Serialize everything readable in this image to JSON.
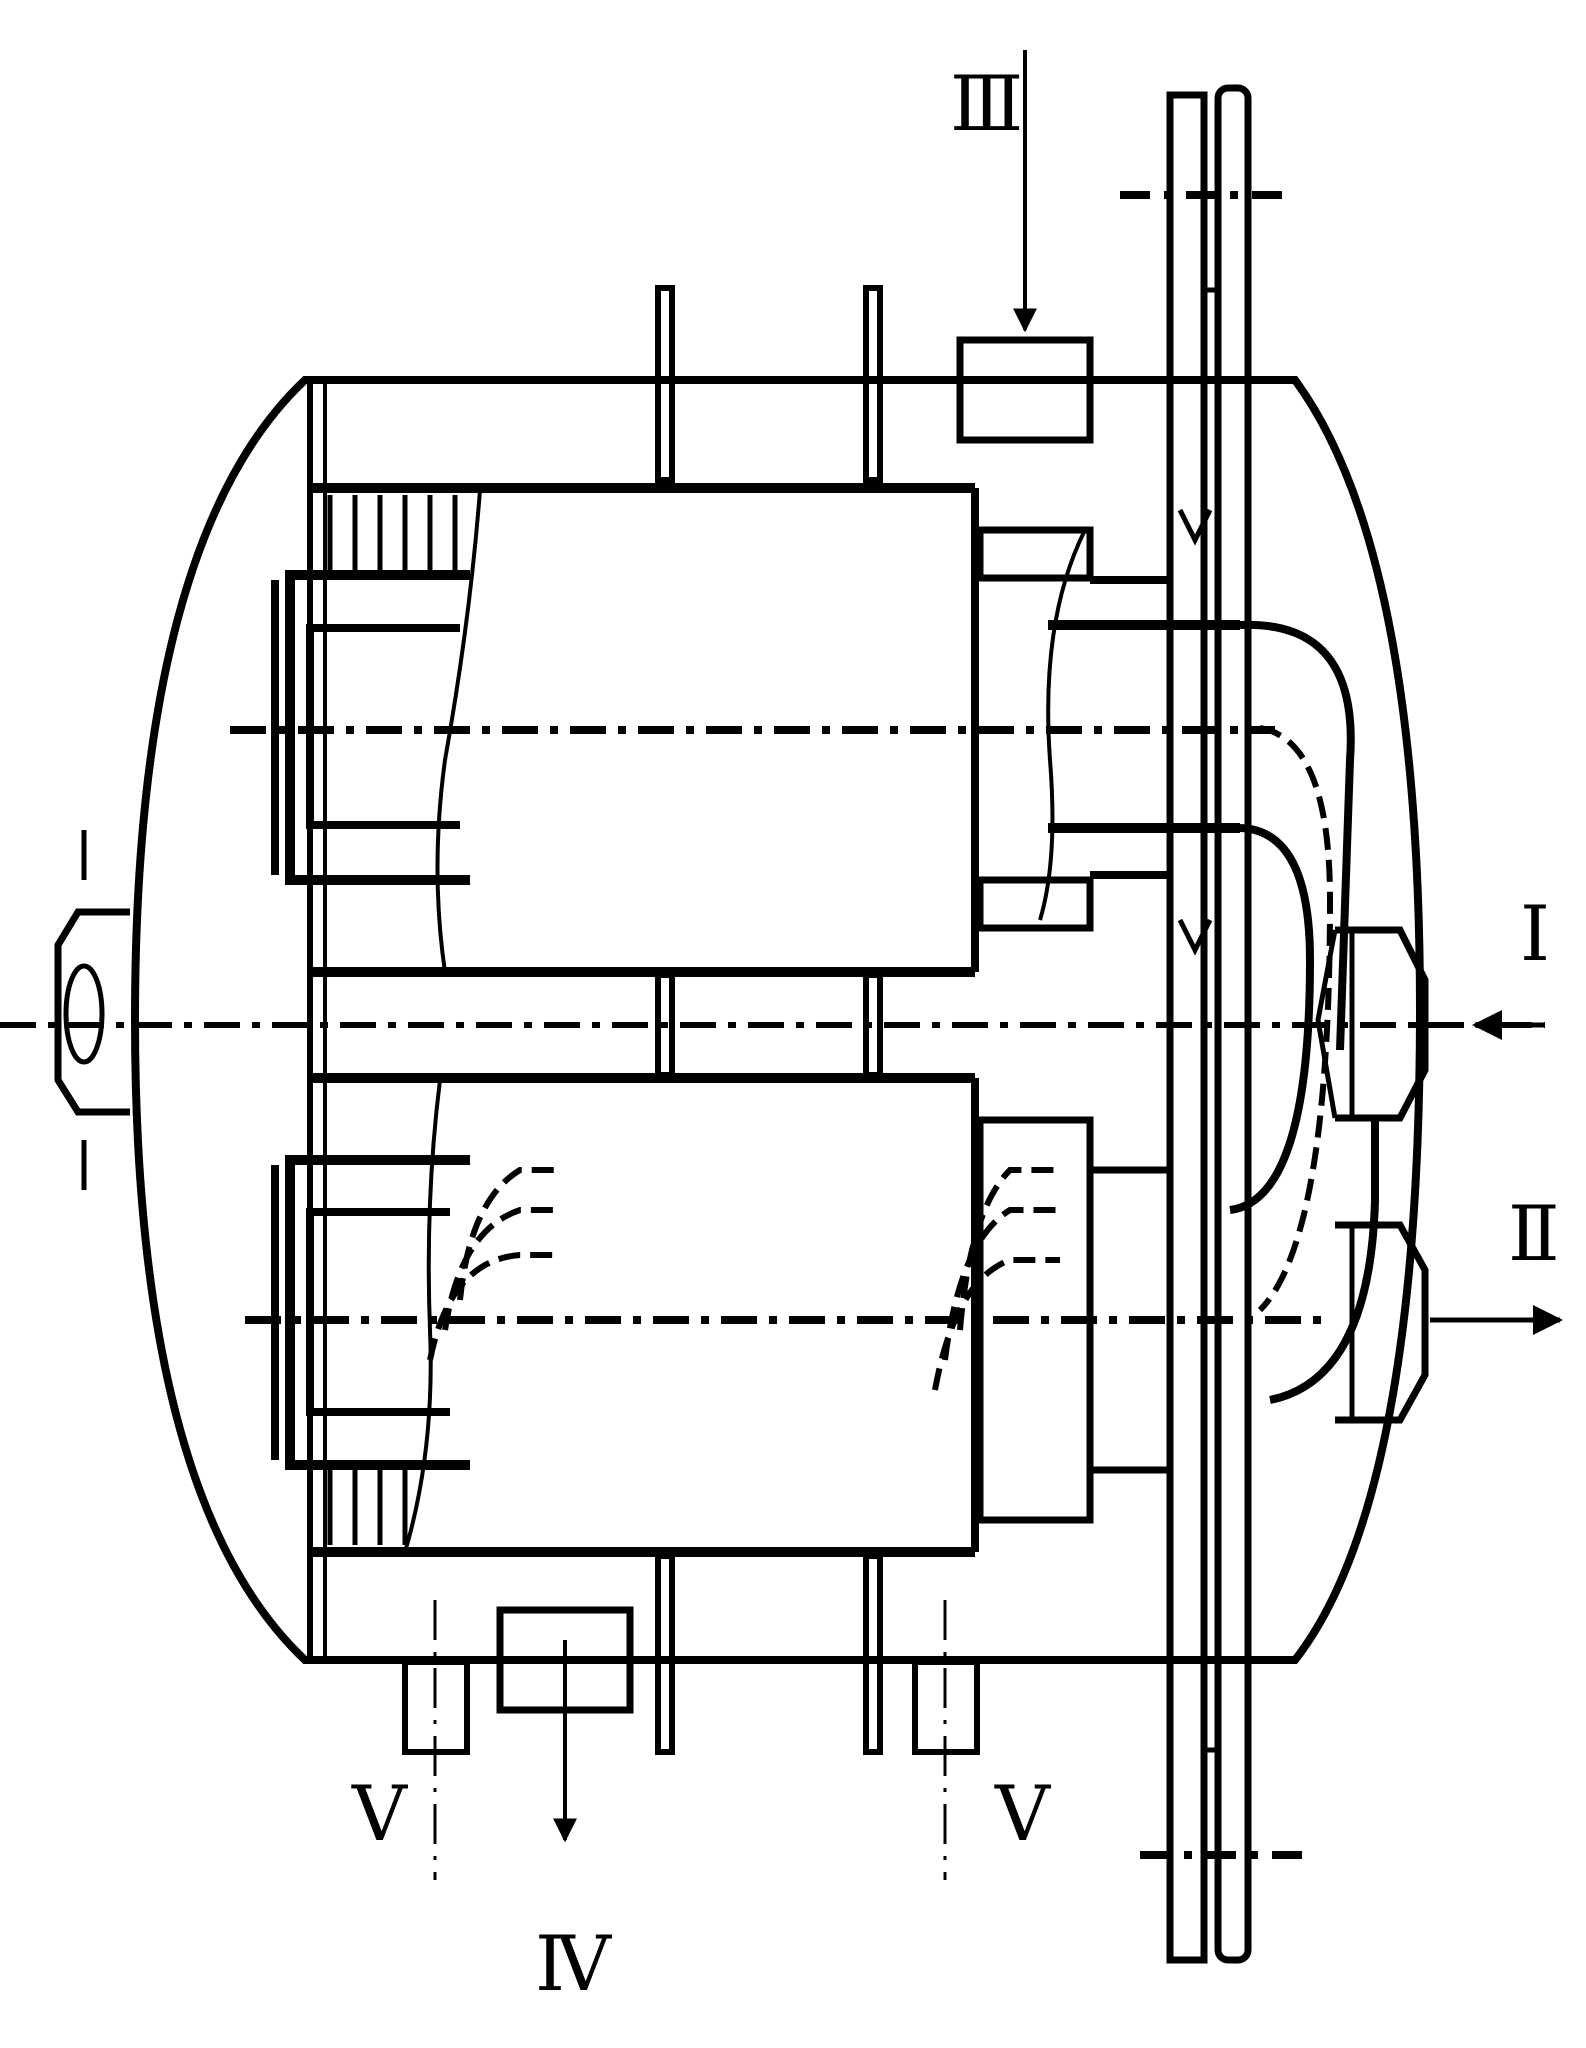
{
  "diagram": {
    "labels": {
      "I": "Ⅰ",
      "II": "Ⅱ",
      "III": "Ⅲ",
      "IV": "Ⅳ",
      "V_left": "Ⅴ",
      "V_right": "Ⅴ"
    },
    "colors": {
      "ink": "#000000",
      "paper": "#ffffff"
    }
  }
}
